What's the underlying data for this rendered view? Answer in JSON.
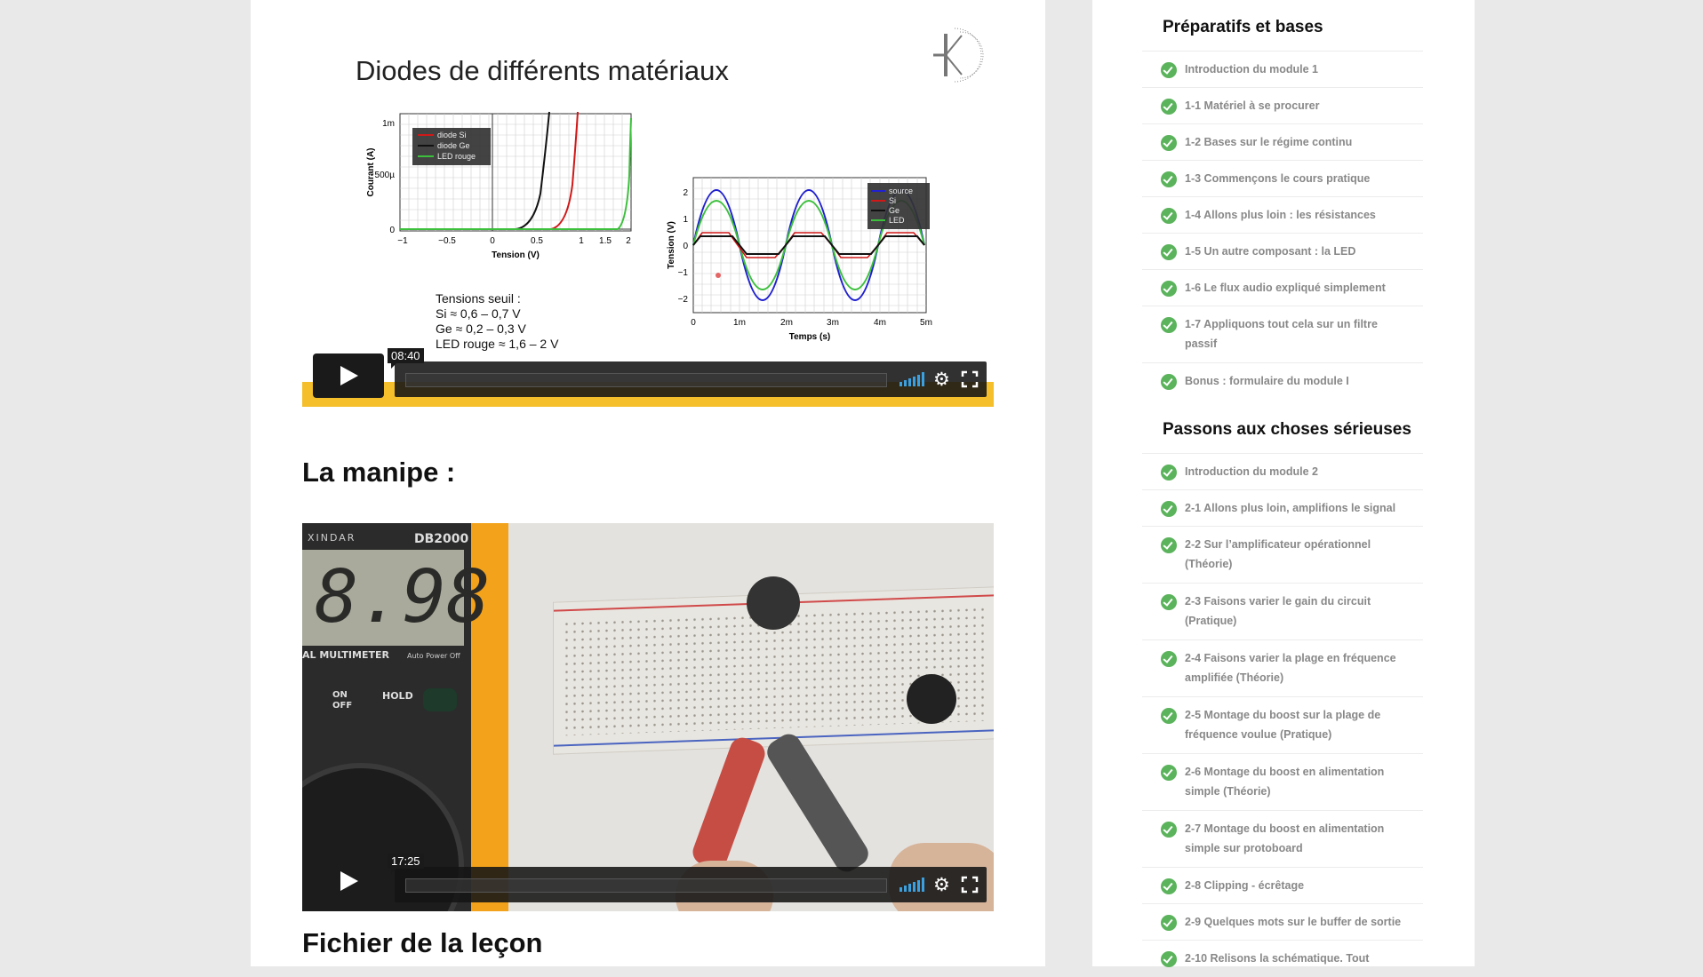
{
  "main": {
    "video1": {
      "slide_title": "Diodes de différents matériaux",
      "timecode": "08:40",
      "chart_left": {
        "ylabel": "Courant (A)",
        "xlabel": "Tension (V)",
        "yticks": [
          "1m",
          "500µ",
          "0"
        ],
        "xticks": [
          "−1",
          "−0.5",
          "0",
          "0.5",
          "1",
          "1.5",
          "2"
        ],
        "legend": [
          "diode Si",
          "diode Ge",
          "LED rouge"
        ]
      },
      "chart_right": {
        "ylabel": "Tension (V)",
        "xlabel": "Temps (s)",
        "yticks": [
          "2",
          "1",
          "0",
          "−1",
          "−2"
        ],
        "xticks": [
          "0",
          "1m",
          "2m",
          "3m",
          "4m",
          "5m"
        ],
        "legend": [
          "source",
          "Si",
          "Ge",
          "LED"
        ]
      },
      "thresholds": {
        "title": "Tensions seuil :",
        "lines": [
          "Si ≈ 0,6 – 0,7 V",
          "Ge ≈ 0,2 – 0,3 V",
          "LED rouge ≈ 1,6 – 2 V"
        ]
      }
    },
    "heading_manip": "La manipe :",
    "video2": {
      "timecode": "17:25",
      "multimeter_brand": "XINDAR",
      "multimeter_model": "DB2000",
      "multimeter_reading": "8.98",
      "multimeter_label": "AL MULTIMETER",
      "auto_power_off": "Auto Power Off",
      "on_off_label_1": "ON",
      "on_off_label_2": "OFF",
      "hold_label": "HOLD"
    },
    "heading_file": "Fichier de la leçon"
  },
  "sidebar": {
    "sections": [
      {
        "title": "Préparatifs et bases",
        "lessons": [
          "Introduction du module 1",
          "1-1 Matériel à se procurer",
          "1-2 Bases sur le régime continu",
          "1-3 Commençons le cours pratique",
          "1-4 Allons plus loin : les résistances",
          "1-5 Un autre composant : la LED",
          "1-6 Le flux audio expliqué simplement",
          "1-7 Appliquons tout cela sur un filtre passif",
          "Bonus : formulaire du module I"
        ]
      },
      {
        "title": "Passons aux choses sérieuses",
        "lessons": [
          "Introduction du module 2",
          "2-1 Allons plus loin, amplifions le signal",
          "2-2 Sur l’amplificateur opérationnel (Théorie)",
          "2-3 Faisons varier le gain du circuit (Pratique)",
          "2-4 Faisons varier la plage en fréquence amplifiée (Théorie)",
          "2-5 Montage du boost sur la plage de fréquence voulue (Pratique)",
          "2-6 Montage du boost en alimentation simple (Théorie)",
          "2-7 Montage du boost en alimentation simple sur protoboard",
          "2-8 Clipping - écrêtage",
          "2-9 Quelques mots sur le buffer de sortie",
          "2-10 Relisons la schématique. Tout"
        ]
      }
    ]
  },
  "colors": {
    "check": "#5bb35c",
    "video_strip": "#f4bf2b",
    "volume": "#3aa0e0"
  }
}
